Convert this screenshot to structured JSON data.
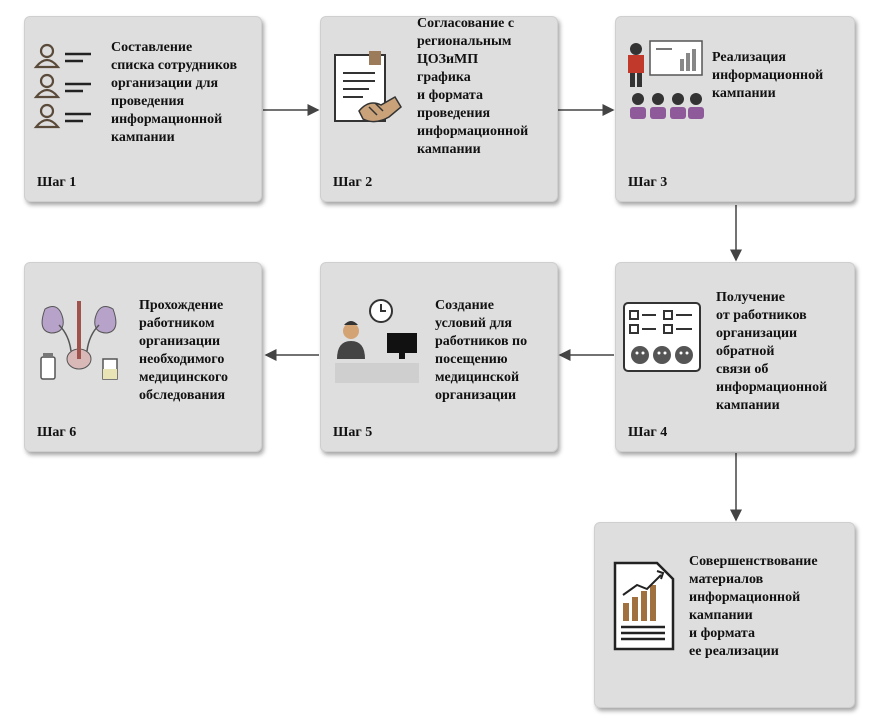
{
  "steps": [
    {
      "label": "Шаг 1",
      "text": "Составление\nсписка сотрудников\nорганизации для\nпроведения\nинформационной\nкампании",
      "icon": "people-list-icon"
    },
    {
      "label": "Шаг 2",
      "text": "Согласование с\nрегиональным\nЦОЗиМП\nграфика\nи формата\nпроведения\nинформационной\nкампании",
      "icon": "agreement-handshake-icon"
    },
    {
      "label": "Шаг 3",
      "text": "Реализация\nинформационной\nкампании",
      "icon": "presentation-audience-icon"
    },
    {
      "label": "Шаг 4",
      "text": "Получение\nот работников\nорганизации\nобратной\nсвязи об\nинформационной\nкампании",
      "icon": "feedback-survey-icon"
    },
    {
      "label": "Шаг 5",
      "text": "Создание\nусловий для\nработников по\nпосещению\nмедицинской\nорганизации",
      "icon": "worker-clock-monitor-icon"
    },
    {
      "label": "Шаг 6",
      "text": "Прохождение\nработником\nорганизации\nнеобходимого\nмедицинского\nобследования",
      "icon": "kidneys-medicine-icon"
    }
  ],
  "final": {
    "text": "Совершенствование\nматериалов\nинформационной\nкампании\nи формата\nее реализации",
    "icon": "report-document-icon"
  }
}
